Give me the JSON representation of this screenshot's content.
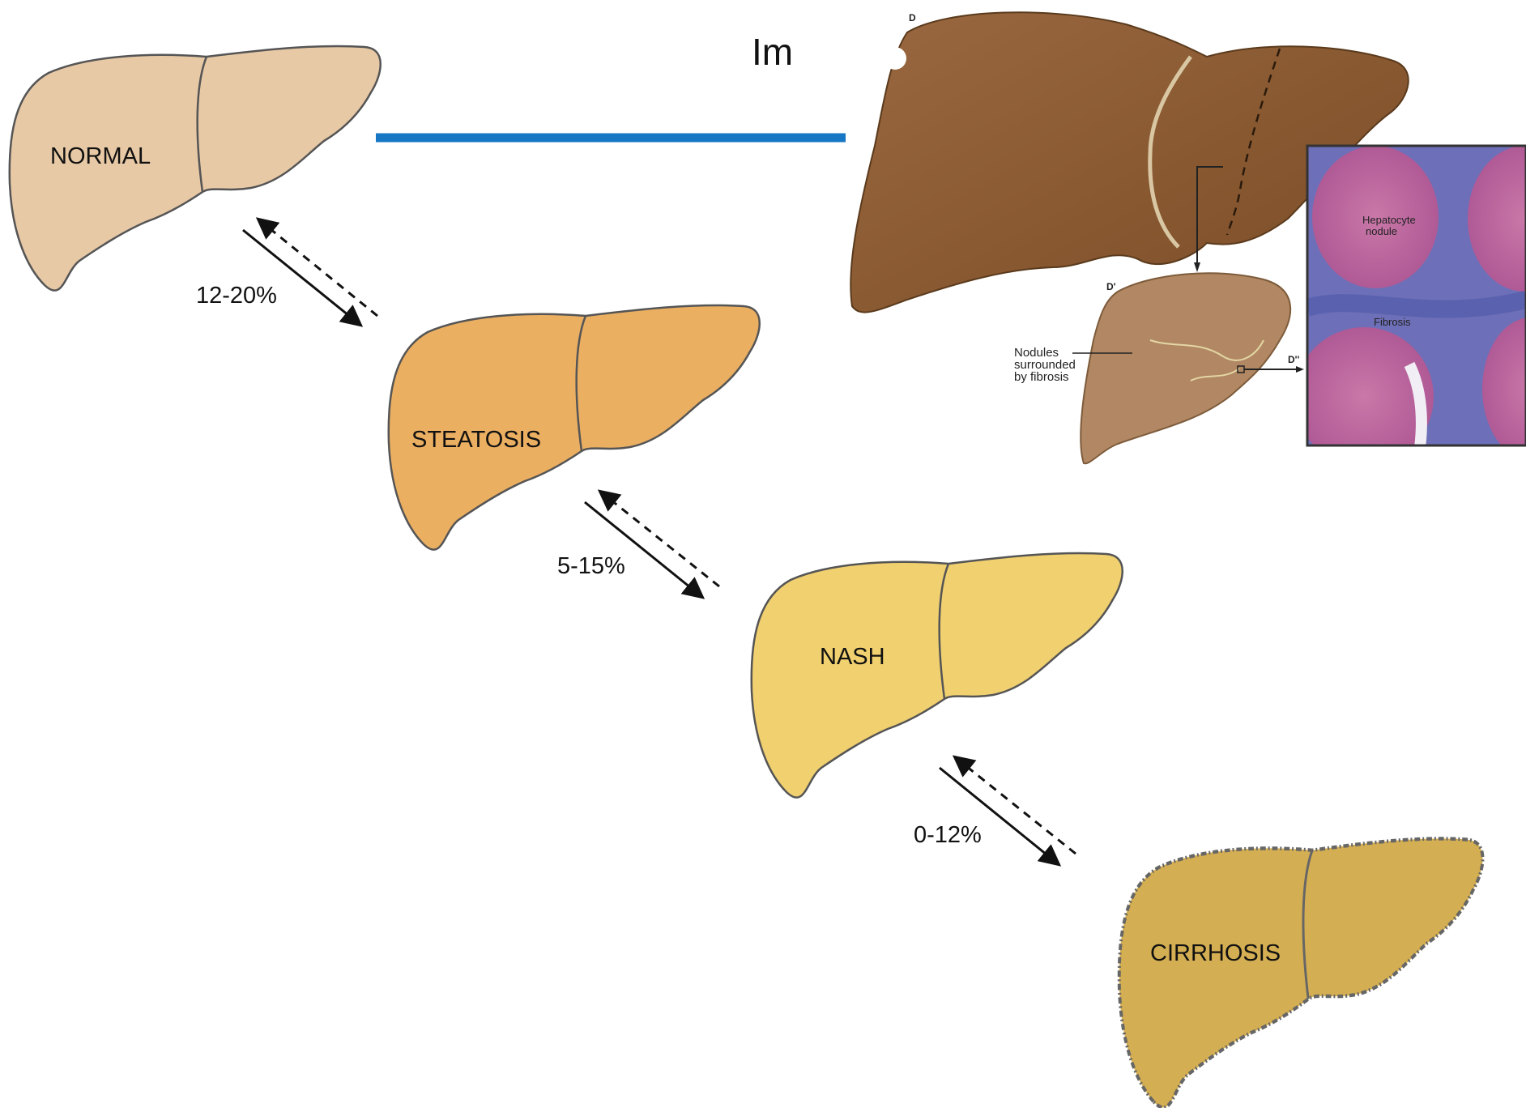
{
  "title_fragment": "Im",
  "stages": [
    {
      "name": "NORMAL",
      "color": "#E8C9A6"
    },
    {
      "name": "STEATOSIS",
      "color": "#EBAF62"
    },
    {
      "name": "NASH",
      "color": "#F1D070"
    },
    {
      "name": "CIRRHOSIS",
      "color": "#D4AE52"
    }
  ],
  "transitions": [
    {
      "label": "12-20%"
    },
    {
      "label": "5-15%"
    },
    {
      "label": "0-12%"
    }
  ],
  "accent_color": "#1777C4",
  "anatomy_panel": {
    "label_d": "D",
    "label_d_prime": "D'",
    "label_d_double_prime": "D''",
    "callout_lines": [
      "Nodules",
      "surrounded",
      "by fibrosis"
    ],
    "histology_labels": [
      "Hepatocyte",
      "nodule",
      "Fibrosis"
    ]
  }
}
